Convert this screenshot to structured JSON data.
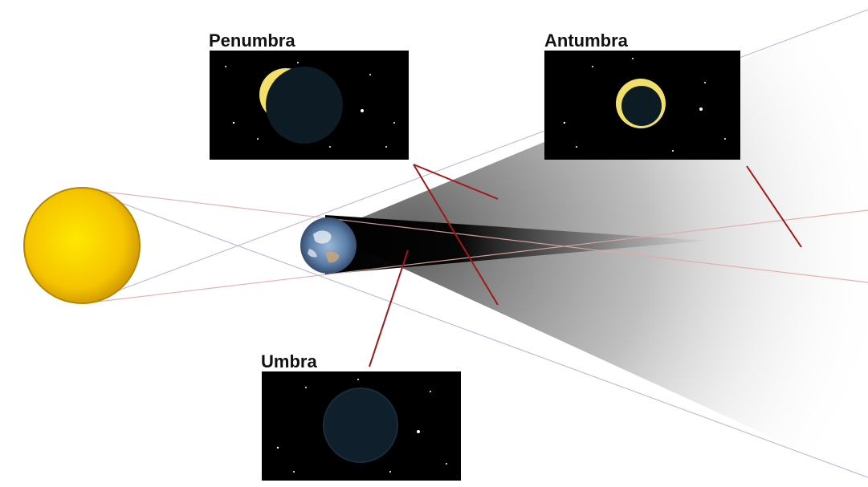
{
  "labels": {
    "penumbra": "Penumbra",
    "antumbra": "Antumbra",
    "umbra": "Umbra"
  },
  "colors": {
    "sun": "#f2c200",
    "umbra_shadow": "#000000",
    "pointer_line": "#a01818",
    "ray_line": "#b8b8d8",
    "panel_bg": "#000000"
  },
  "icons": {
    "sun": "sun-icon",
    "earth": "earth-icon"
  }
}
